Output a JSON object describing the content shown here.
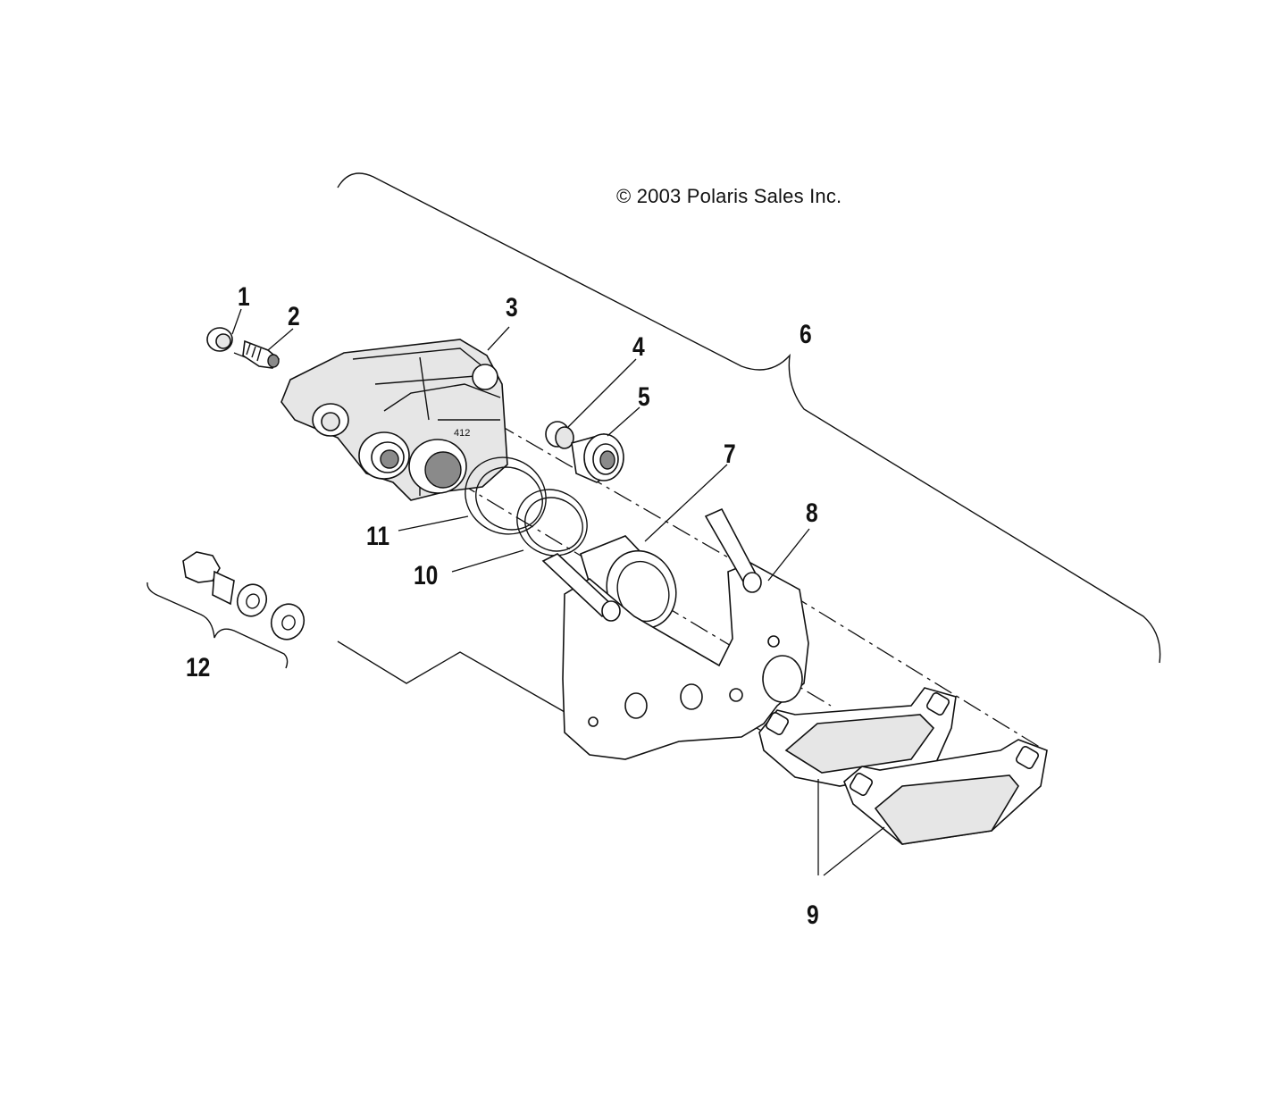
{
  "copyright": "© 2003 Polaris Sales Inc.",
  "caliper_marking": "412",
  "callouts": {
    "c1": "1",
    "c2": "2",
    "c3": "3",
    "c4": "4",
    "c5": "5",
    "c6": "6",
    "c7": "7",
    "c8": "8",
    "c9": "9",
    "c10": "10",
    "c11": "11",
    "c12": "12"
  }
}
